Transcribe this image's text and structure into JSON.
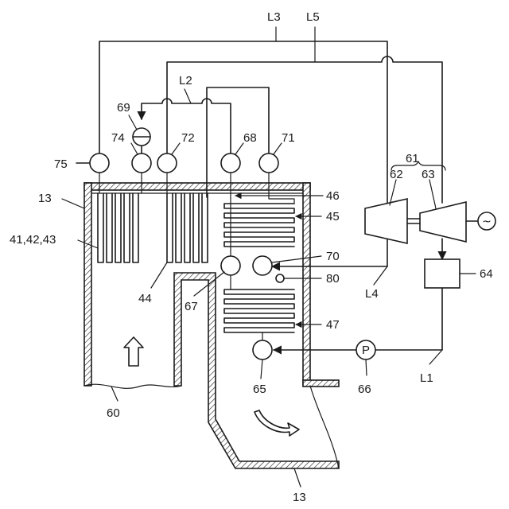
{
  "labels": {
    "l3": "L3",
    "l5": "L5",
    "l2": "L2",
    "l4": "L4",
    "l1": "L1",
    "n69": "69",
    "n74": "74",
    "n72": "72",
    "n68": "68",
    "n71": "71",
    "n75": "75",
    "n13_top": "13",
    "n13_bottom": "13",
    "n46": "46",
    "n45": "45",
    "n41_43": "41,42,43",
    "n44": "44",
    "n67": "67",
    "n70": "70",
    "n80": "80",
    "n47": "47",
    "n65": "65",
    "n60": "60",
    "n61": "61",
    "n62": "62",
    "n63": "63",
    "n64": "64",
    "n66": "66"
  },
  "symbols": {
    "pump_letter": "P",
    "generator_glyph": "~"
  }
}
